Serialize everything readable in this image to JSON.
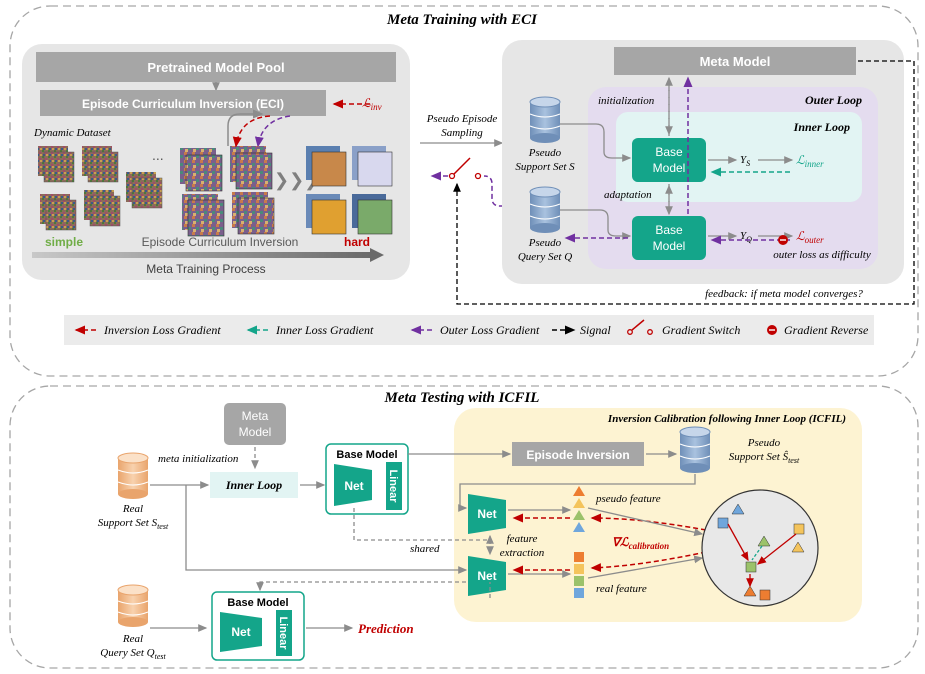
{
  "top": {
    "title": "Meta Training with ECI",
    "pool": "Pretrained Model Pool",
    "eci": "Episode Curriculum Inversion (ECI)",
    "loss_inv": "ℒ",
    "loss_inv_sub": "inv",
    "dynamic_dataset": "Dynamic Dataset",
    "dots": "...",
    "chevrons": "❯❯❯",
    "simple": "simple",
    "eci_caption": "Episode Curriculum Inversion",
    "hard": "hard",
    "process": "Meta Training Process",
    "pseudo_episode_1": "Pseudo Episode",
    "pseudo_episode_2": "Sampling",
    "meta_model": "Meta Model",
    "outer_loop": "Outer Loop",
    "inner_loop": "Inner Loop",
    "initialization": "initialization",
    "adaptation": "adaptation",
    "pseudo_support_1": "Pseudo",
    "pseudo_support_2": "Support Set S",
    "pseudo_query_1": "Pseudo",
    "pseudo_query_2": "Query Set Q",
    "base_model_1": "Base",
    "base_model_2": "Model",
    "ys": "Y",
    "ys_sub": "S",
    "yq": "Y",
    "yq_sub": "Q",
    "loss": "ℒ",
    "loss_inner_sub": "inner",
    "loss_outer_sub": "outer",
    "outer_difficulty": "outer loss as difficulty",
    "feedback": "feedback: if meta model converges?"
  },
  "legend": {
    "inversion": "Inversion Loss Gradient",
    "inner": "Inner Loss Gradient",
    "outer": "Outer Loss Gradient",
    "signal": "Signal",
    "switch": "Gradient Switch",
    "reverse": "Gradient Reverse"
  },
  "bottom": {
    "title": "Meta Testing with ICFIL",
    "meta_model_1": "Meta",
    "meta_model_2": "Model",
    "meta_init": "meta initialization",
    "inner_loop": "Inner Loop",
    "base_model": "Base Model",
    "net": "Net",
    "linear": "Linear",
    "real_support_1": "Real",
    "real_support_2": "Support Set S",
    "real_support_sub": "test",
    "real_query_1": "Real",
    "real_query_2": "Query Set Q",
    "real_query_sub": "test",
    "prediction": "Prediction",
    "shared": "shared",
    "icfil": "Inversion Calibration following Inner Loop (ICFIL)",
    "episode_inversion": "Episode Inversion",
    "pseudo_support_1": "Pseudo",
    "pseudo_support_2": "Support Set Ŝ",
    "pseudo_support_sub": "test",
    "pseudo_feature": "pseudo feature",
    "feature_extraction_1": "feature",
    "feature_extraction_2": "extraction",
    "real_feature": "real feature",
    "calib_nabla": "∇ℒ",
    "calib_sub": "calibration"
  },
  "colors": {
    "teal": "#14a58a",
    "red": "#c00000",
    "purple": "#7030a0",
    "gray_box": "#a6a6a6",
    "lavender": "#e4dcef",
    "inner_cyan": "#e2f4f3",
    "yellow_bg": "#fdf3d2"
  }
}
